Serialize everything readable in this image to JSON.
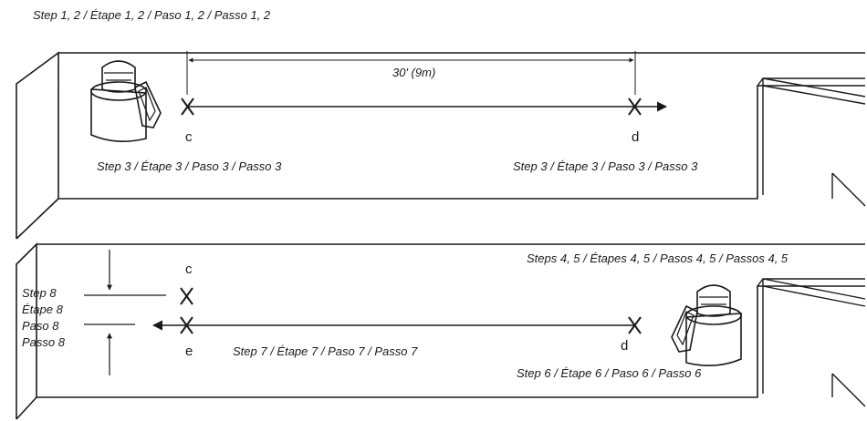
{
  "title": "Step 1, 2 / Étape 1, 2 / Paso 1, 2 / Passo 1, 2",
  "top_panel": {
    "distance_label": "30' (9m)",
    "point_c": "c",
    "point_d": "d",
    "step3_left": "Step 3 / Étape 3 / Paso 3 / Passo 3",
    "step3_right": "Step 3 / Étape 3 / Paso 3 / Passo 3"
  },
  "bottom_panel": {
    "steps45": "Steps 4, 5 / Étapes 4, 5 / Pasos 4, 5 / Passos 4, 5",
    "step8": [
      "Step 8",
      "Étape 8",
      "Paso 8",
      "Passo 8"
    ],
    "point_c": "c",
    "point_e": "e",
    "point_d": "d",
    "step7": "Step 7 / Étape 7 / Paso 7 / Passo 7",
    "step6": "Step 6 / Étape 6 / Paso 6 / Passo 6"
  }
}
